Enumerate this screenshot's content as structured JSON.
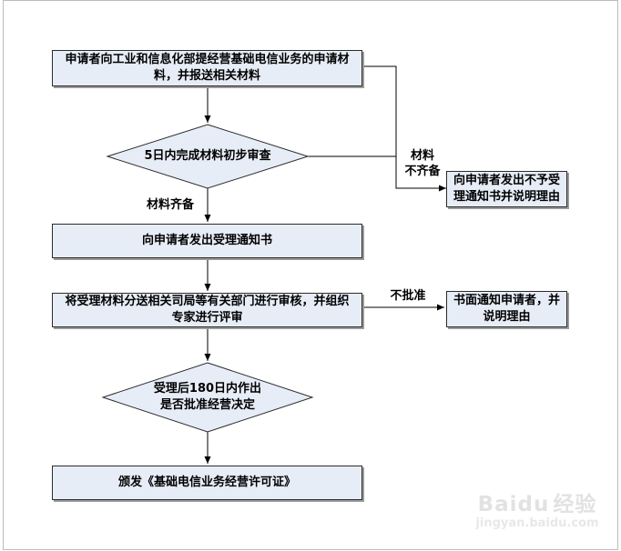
{
  "nodes": {
    "box1": {
      "lines": [
        "申请者向工业和信息化部提经营基础电信业务的申请材",
        "料，并报送相关材料"
      ]
    },
    "diamond1": {
      "lines": [
        "5日内完成材料初步审查"
      ]
    },
    "box2": {
      "lines": [
        "向申请者发出受理通知书"
      ]
    },
    "box3": {
      "lines": [
        "将受理材料分送相关司局等有关部门进行审核，并组织",
        "专家进行评审"
      ]
    },
    "diamond2": {
      "lines": [
        "受理后180日内作出",
        "是否批准经营决定"
      ]
    },
    "box4": {
      "lines": [
        "颁发《基础电信业务经营许可证》"
      ]
    },
    "reject_box1": {
      "lines": [
        "向申请者发出不予受",
        "理通知书并说明理由"
      ]
    },
    "reject_box2": {
      "lines": [
        "书面通知申请者，并",
        "说明理由"
      ]
    }
  },
  "edge_labels": {
    "materials_complete": "材料齐备",
    "materials_incomplete": {
      "lines": [
        "材料",
        "不齐备"
      ]
    },
    "not_approved": "不批准"
  },
  "watermark": {
    "brand_en": "Baidu",
    "brand_cn": "经验",
    "url": "jingyan.baidu.com"
  },
  "colors": {
    "node_fill": "#e7edf7",
    "node_border": "#2b2b2b",
    "line": "#000000",
    "frame": "#bcbcbc",
    "shadow": "#9a9a9a",
    "watermark": "#e2e2e2"
  }
}
